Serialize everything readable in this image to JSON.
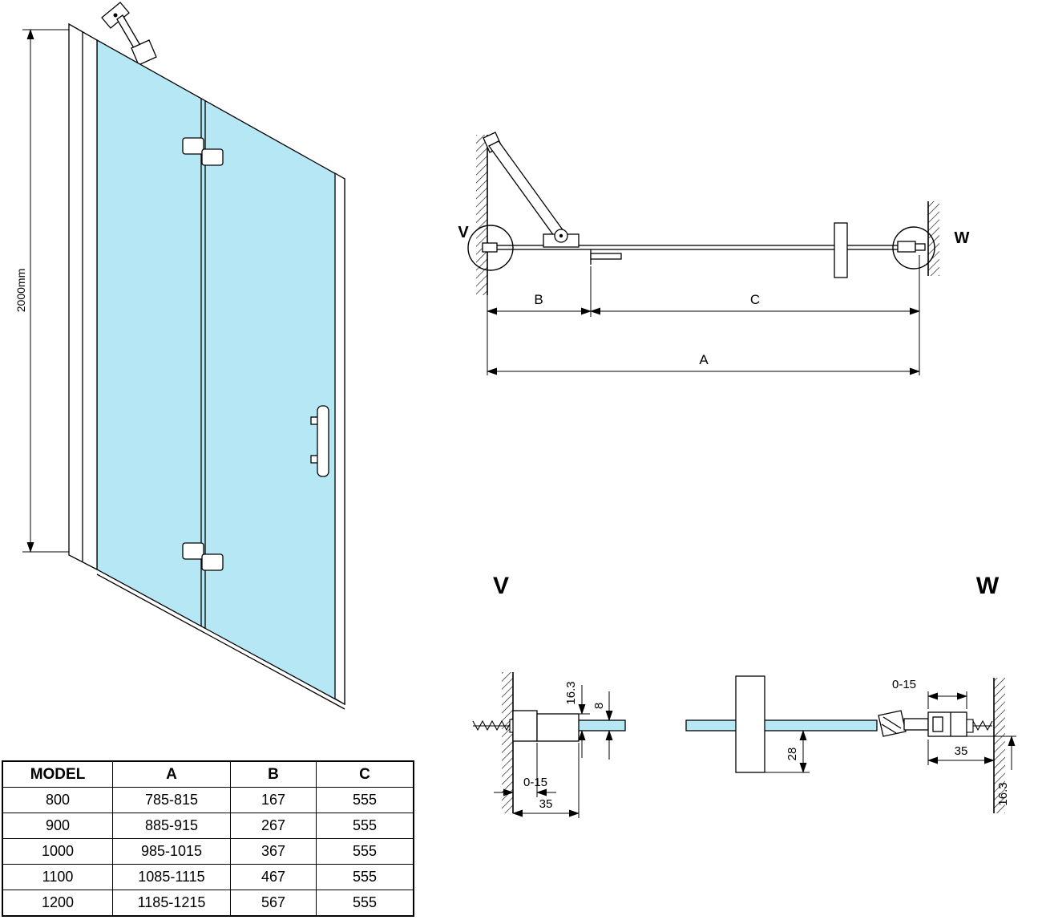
{
  "colors": {
    "glass": "#b5e8f4",
    "line": "#000000"
  },
  "front_view": {
    "height_dim": "2000mm"
  },
  "plan_view": {
    "detail_v_marker": "V",
    "detail_w_marker": "W",
    "dim_b": "B",
    "dim_c": "C",
    "dim_a": "A"
  },
  "detail_v": {
    "title": "V",
    "dim_overlap": "16.3",
    "dim_glass": "8",
    "dim_adjust": "0-15",
    "dim_profile": "35"
  },
  "detail_w": {
    "title": "W",
    "dim_adjust": "0-15",
    "dim_profile": "35",
    "dim_depth": "28",
    "dim_overlap": "16.3"
  },
  "table": {
    "headers": [
      "MODEL",
      "A",
      "B",
      "C"
    ],
    "rows": [
      [
        "800",
        "785-815",
        "167",
        "555"
      ],
      [
        "900",
        "885-915",
        "267",
        "555"
      ],
      [
        "1000",
        "985-1015",
        "367",
        "555"
      ],
      [
        "1100",
        "1085-1115",
        "467",
        "555"
      ],
      [
        "1200",
        "1185-1215",
        "567",
        "555"
      ]
    ]
  }
}
